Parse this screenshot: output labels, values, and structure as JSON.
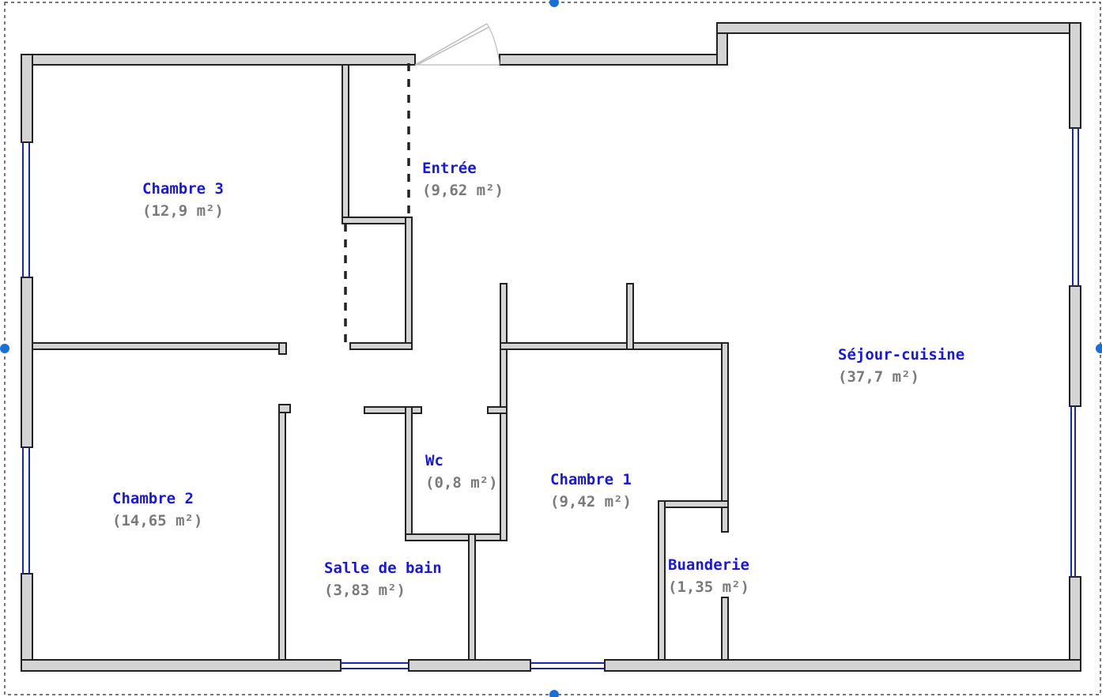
{
  "rooms": {
    "chambre3": {
      "name": "Chambre 3",
      "area": "(12,9 m²)"
    },
    "entree": {
      "name": "Entrée",
      "area": "(9,62 m²)"
    },
    "sejour": {
      "name": "Séjour-cuisine",
      "area": "(37,7 m²)"
    },
    "chambre2": {
      "name": "Chambre 2",
      "area": "(14,65 m²)"
    },
    "wc": {
      "name": "Wc",
      "area": "(0,8 m²)"
    },
    "chambre1": {
      "name": "Chambre 1",
      "area": "(9,42 m²)"
    },
    "salle_de_bain": {
      "name": "Salle de bain",
      "area": "(3,83 m²)"
    },
    "buanderie": {
      "name": "Buanderie",
      "area": "(1,35 m²)"
    }
  },
  "colors": {
    "room_name": "#1a1acc",
    "room_area": "#7a7a7a",
    "wall_fill": "#d4d4d4",
    "wall_stroke": "#222222",
    "window": "#1a2a9a",
    "selection_handle": "#1a6fd6"
  }
}
